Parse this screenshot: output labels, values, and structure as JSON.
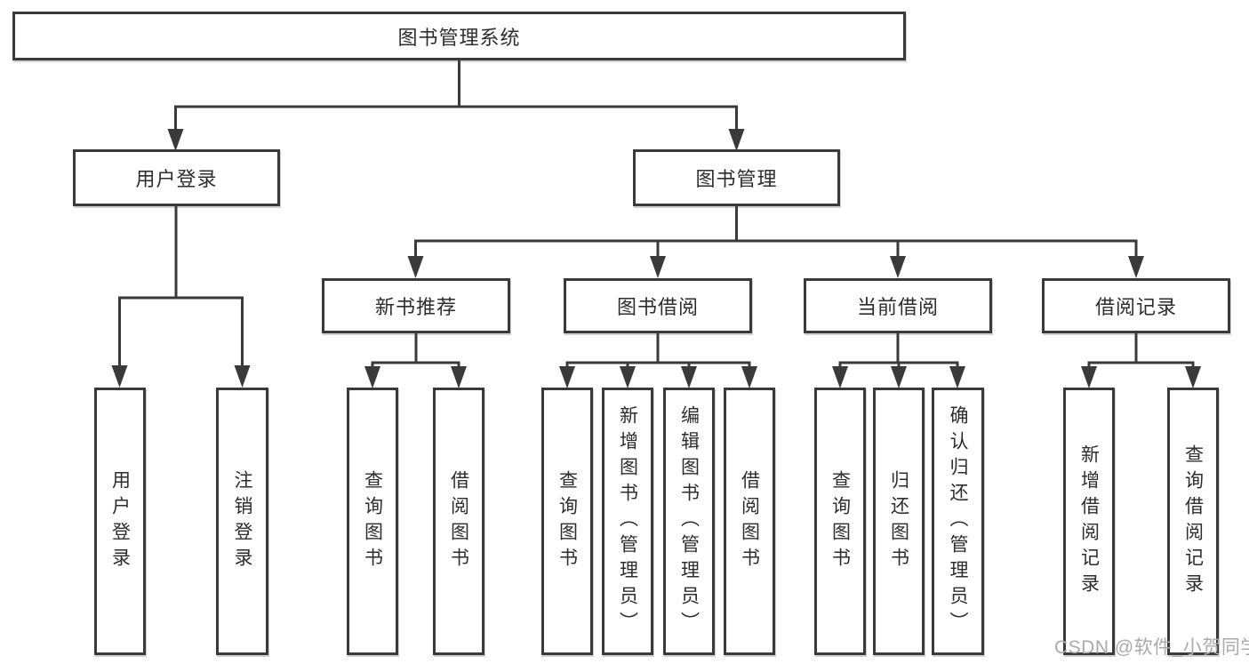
{
  "diagram": {
    "title": "图书管理系统",
    "tree": {
      "root": {
        "label": "图书管理系统"
      },
      "login": {
        "label": "用户登录",
        "children": [
          {
            "label": "用户登录"
          },
          {
            "label": "注销登录"
          }
        ]
      },
      "mgmt": {
        "label": "图书管理",
        "sections": [
          {
            "label": "新书推荐",
            "children": [
              {
                "label": "查询图书"
              },
              {
                "label": "借阅图书"
              }
            ]
          },
          {
            "label": "图书借阅",
            "children": [
              {
                "label": "查询图书"
              },
              {
                "label": "新增图书（管理员）"
              },
              {
                "label": "编辑图书（管理员）"
              },
              {
                "label": "借阅图书"
              }
            ]
          },
          {
            "label": "当前借阅",
            "children": [
              {
                "label": "查询图书"
              },
              {
                "label": "归还图书"
              },
              {
                "label": "确认归还（管理员）"
              }
            ]
          },
          {
            "label": "借阅记录",
            "children": [
              {
                "label": "新增借阅记录"
              },
              {
                "label": "查询借阅记录"
              }
            ]
          }
        ]
      }
    },
    "watermark": "CSDN @软件_小贺同学",
    "colors": {
      "line": "#3a3a3a",
      "box_border": "#3a3a3a",
      "text": "#2d2d2d",
      "watermark": "#ababab",
      "background": "#ffffff"
    }
  }
}
